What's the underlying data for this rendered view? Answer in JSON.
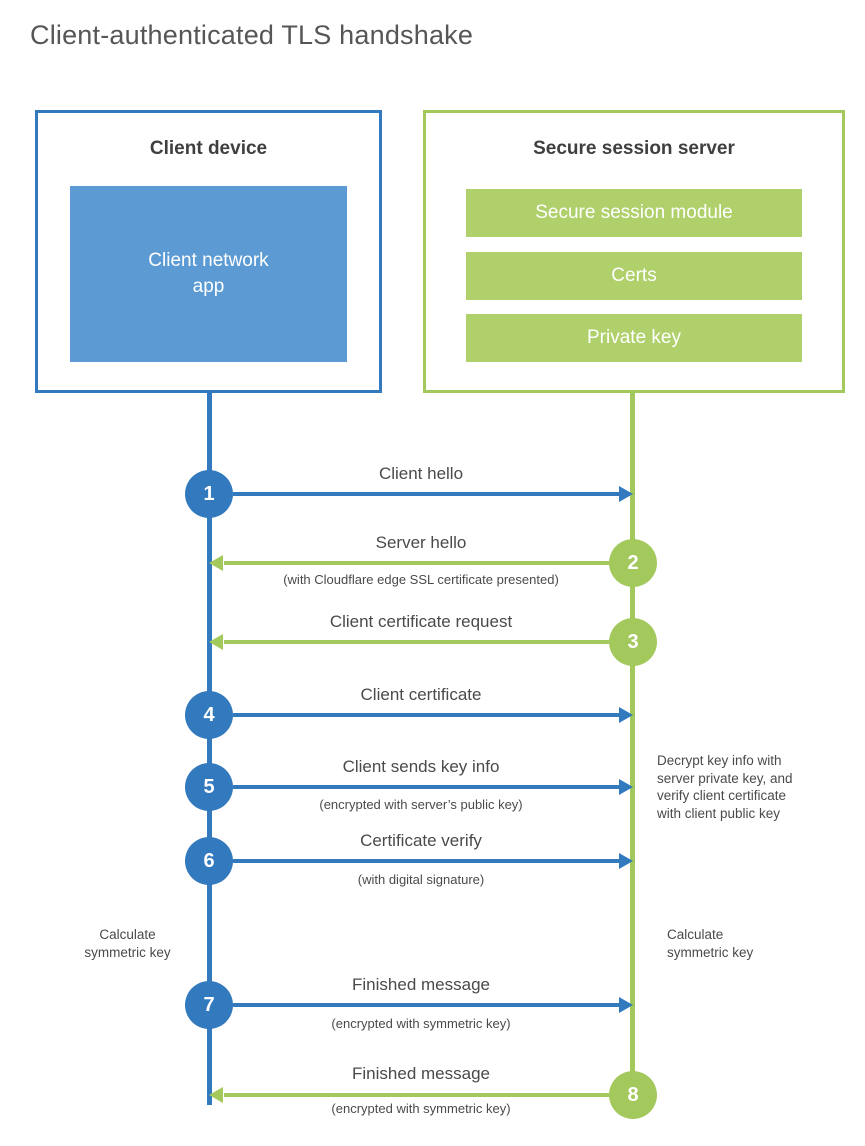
{
  "title": "Client-authenticated TLS handshake",
  "client": {
    "title": "Client device",
    "app": "Client network app"
  },
  "server": {
    "title": "Secure session server",
    "modules": [
      "Secure session module",
      "Certs",
      "Private key"
    ]
  },
  "steps": [
    {
      "num": "1",
      "label": "Client hello",
      "sub": "",
      "direction": "client-to-server"
    },
    {
      "num": "2",
      "label": "Server hello",
      "sub": "(with Cloudflare edge SSL certificate presented)",
      "direction": "server-to-client"
    },
    {
      "num": "3",
      "label": "Client certificate request",
      "sub": "",
      "direction": "server-to-client"
    },
    {
      "num": "4",
      "label": "Client certificate",
      "sub": "",
      "direction": "client-to-server"
    },
    {
      "num": "5",
      "label": "Client sends key info",
      "sub": "(encrypted with server’s public key)",
      "direction": "client-to-server"
    },
    {
      "num": "6",
      "label": "Certificate verify",
      "sub": "(with digital signature)",
      "direction": "client-to-server"
    },
    {
      "num": "7",
      "label": "Finished message",
      "sub": "(encrypted with symmetric key)",
      "direction": "client-to-server"
    },
    {
      "num": "8",
      "label": "Finished message",
      "sub": "(encrypted with symmetric key)",
      "direction": "server-to-client"
    }
  ],
  "annotations": {
    "calculate_left": "Calculate\nsymmetric key",
    "calculate_right": "Calculate\nsymmetric key",
    "decrypt_note": "Decrypt key info with\nserver private key, and\nverify client certificate\nwith client public key"
  },
  "colors": {
    "blue": "#3279be",
    "blue_fill": "#5b9ad2",
    "green": "#a3c95d",
    "green_fill": "#afd06a"
  }
}
